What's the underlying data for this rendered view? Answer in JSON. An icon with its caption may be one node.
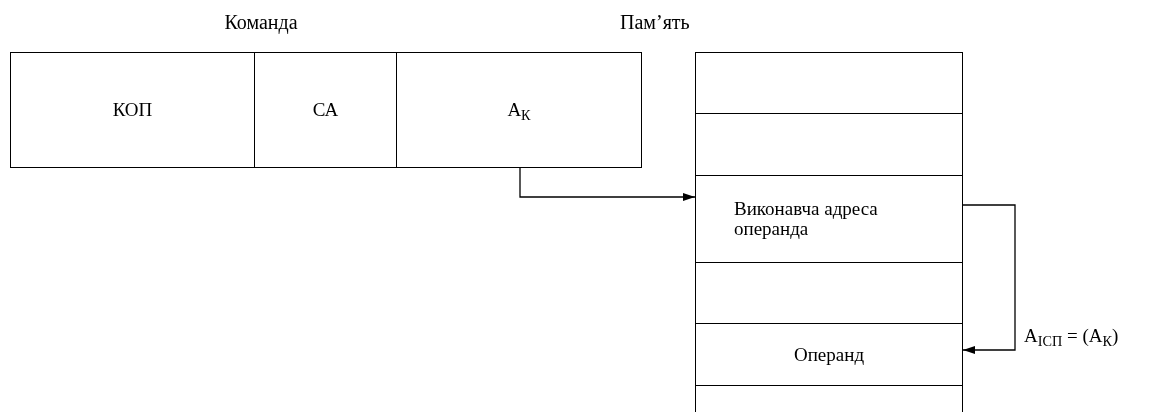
{
  "diagram": {
    "nodes": [
      {
        "text": [
          "Команда"
        ]
      },
      {
        "text": [
          "КОП"
        ],
        "in": 0
      },
      {
        "text": [
          "СА"
        ],
        "in": 0
      },
      {
        "text": [
          "А$_{К}$"
        ],
        "in": 0
      },
      {
        "text": [
          "Пам’ять"
        ]
      },
      {
        "text": [],
        "shape": "box",
        "in": 4
      },
      {
        "text": [],
        "shape": "box",
        "in": 4
      },
      {
        "text": [
          "Виконавча адреса операнда"
        ],
        "in": 4
      },
      {
        "text": [],
        "shape": "box",
        "in": 4
      },
      {
        "text": [
          "Операнд"
        ],
        "in": 4
      },
      {
        "text": [],
        "shape": "box",
        "in": 4
      }
    ],
    "edges": [
      {
        "from": 3,
        "to": 7,
        "arrow": "to"
      },
      {
        "from": 7,
        "to": 9,
        "arrow": "to",
        "label": "А$_{ІСП}$ = (А$_{К}$)"
      }
    ]
  }
}
